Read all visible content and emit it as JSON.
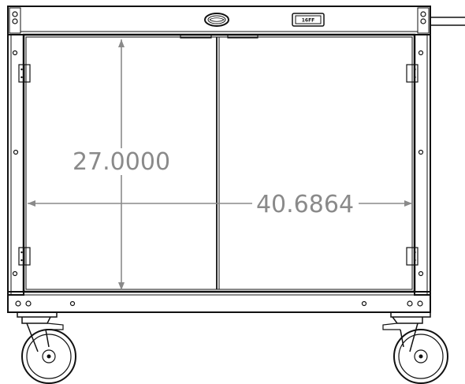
{
  "dimensions": {
    "height": "27.0000",
    "width": "40.6864"
  },
  "badge": {
    "model_label": "16FF"
  },
  "colors": {
    "line": "#111111",
    "dimension": "#8a8a8a",
    "background": "#ffffff"
  },
  "icons": [
    "logo-emblem",
    "caster-wheel",
    "door-hinge",
    "push-handle"
  ]
}
